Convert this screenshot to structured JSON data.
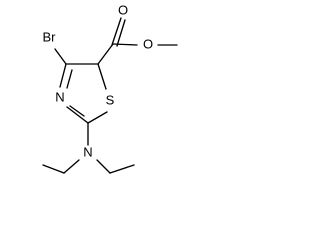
{
  "molecule": {
    "atoms": {
      "br": "Br",
      "n_ring": "N",
      "s_ring": "S",
      "n_amine": "N",
      "o_carbonyl": "O",
      "o_ester": "O"
    }
  }
}
